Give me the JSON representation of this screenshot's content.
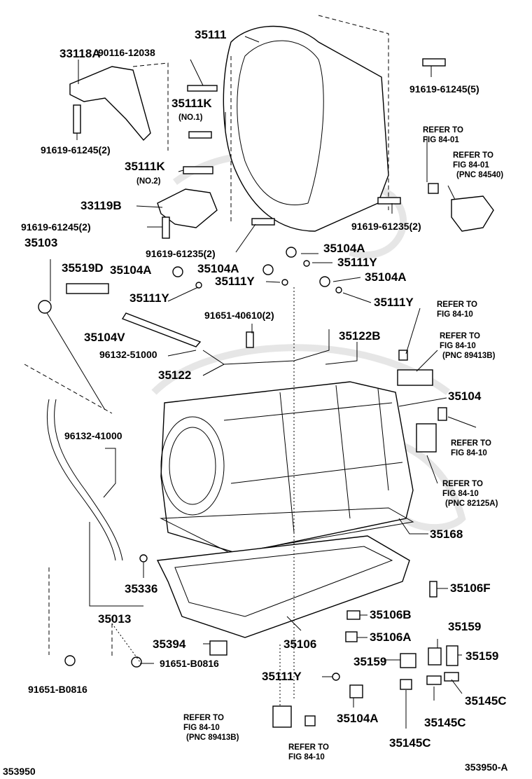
{
  "diagram": {
    "code_left": "353950",
    "code_right": "353950-A",
    "callouts": {
      "c35111": "35111",
      "c33118a": "33118A",
      "c90116": "90116-12038",
      "c91619_5": "91619-61245(5)",
      "c35111k_1": "35111K",
      "no1": "(NO.1)",
      "c91619_2a": "91619-61245(2)",
      "c35111k_2": "35111K",
      "no2": "(NO.2)",
      "c33119b": "33119B",
      "c91619_2b": "91619-61245(2)",
      "c91619_35_2a": "91619-61235(2)",
      "c91619_35_2b": "91619-61235(2)",
      "c35103": "35103",
      "c35519d": "35519D",
      "c35104a_1": "35104A",
      "c35104a_2": "35104A",
      "c35104a_3": "35104A",
      "c35104a_4": "35104A",
      "c35111y_1": "35111Y",
      "c35111y_2": "35111Y",
      "c35111y_3": "35111Y",
      "c35111y_4": "35111Y",
      "c91651_40610": "91651-40610(2)",
      "c35104v": "35104V",
      "c96132_51000": "96132-51000",
      "c35122": "35122",
      "c35122b": "35122B",
      "c35104": "35104",
      "c96132_41000": "96132-41000",
      "c35168": "35168",
      "c35336": "35336",
      "c35106f": "35106F",
      "c35013": "35013",
      "c35106b": "35106B",
      "c35106": "35106",
      "c35106a": "35106A",
      "c35159_1": "35159",
      "c35159_2": "35159",
      "c35159_3": "35159",
      "c35394": "35394",
      "c91651_b0816_1": "91651-B0816",
      "c91651_b0816_2": "91651-B0816",
      "c35111y_5": "35111Y",
      "c35145c_1": "35145C",
      "c35145c_2": "35145C",
      "c35145c_3": "35145C",
      "c35104a_5": "35104A"
    },
    "refs": {
      "r1_a": "REFER TO",
      "r1_b": "FIG 84-01",
      "r2_a": "REFER TO",
      "r2_b": "FIG 84-01",
      "r2_c": "(PNC 84540)",
      "r3_a": "REFER TO",
      "r3_b": "FIG 84-10",
      "r4_a": "REFER TO",
      "r4_b": "FIG 84-10",
      "r4_c": "(PNC 89413B)",
      "r5_a": "REFER TO",
      "r5_b": "FIG 84-10",
      "r6_a": "REFER TO",
      "r6_b": "FIG 84-10",
      "r6_c": "(PNC 82125A)",
      "r7_a": "REFER TO",
      "r7_b": "FIG 84-10",
      "r7_c": "(PNC 89413B)",
      "r8_a": "REFER TO",
      "r8_b": "FIG 84-10"
    }
  }
}
